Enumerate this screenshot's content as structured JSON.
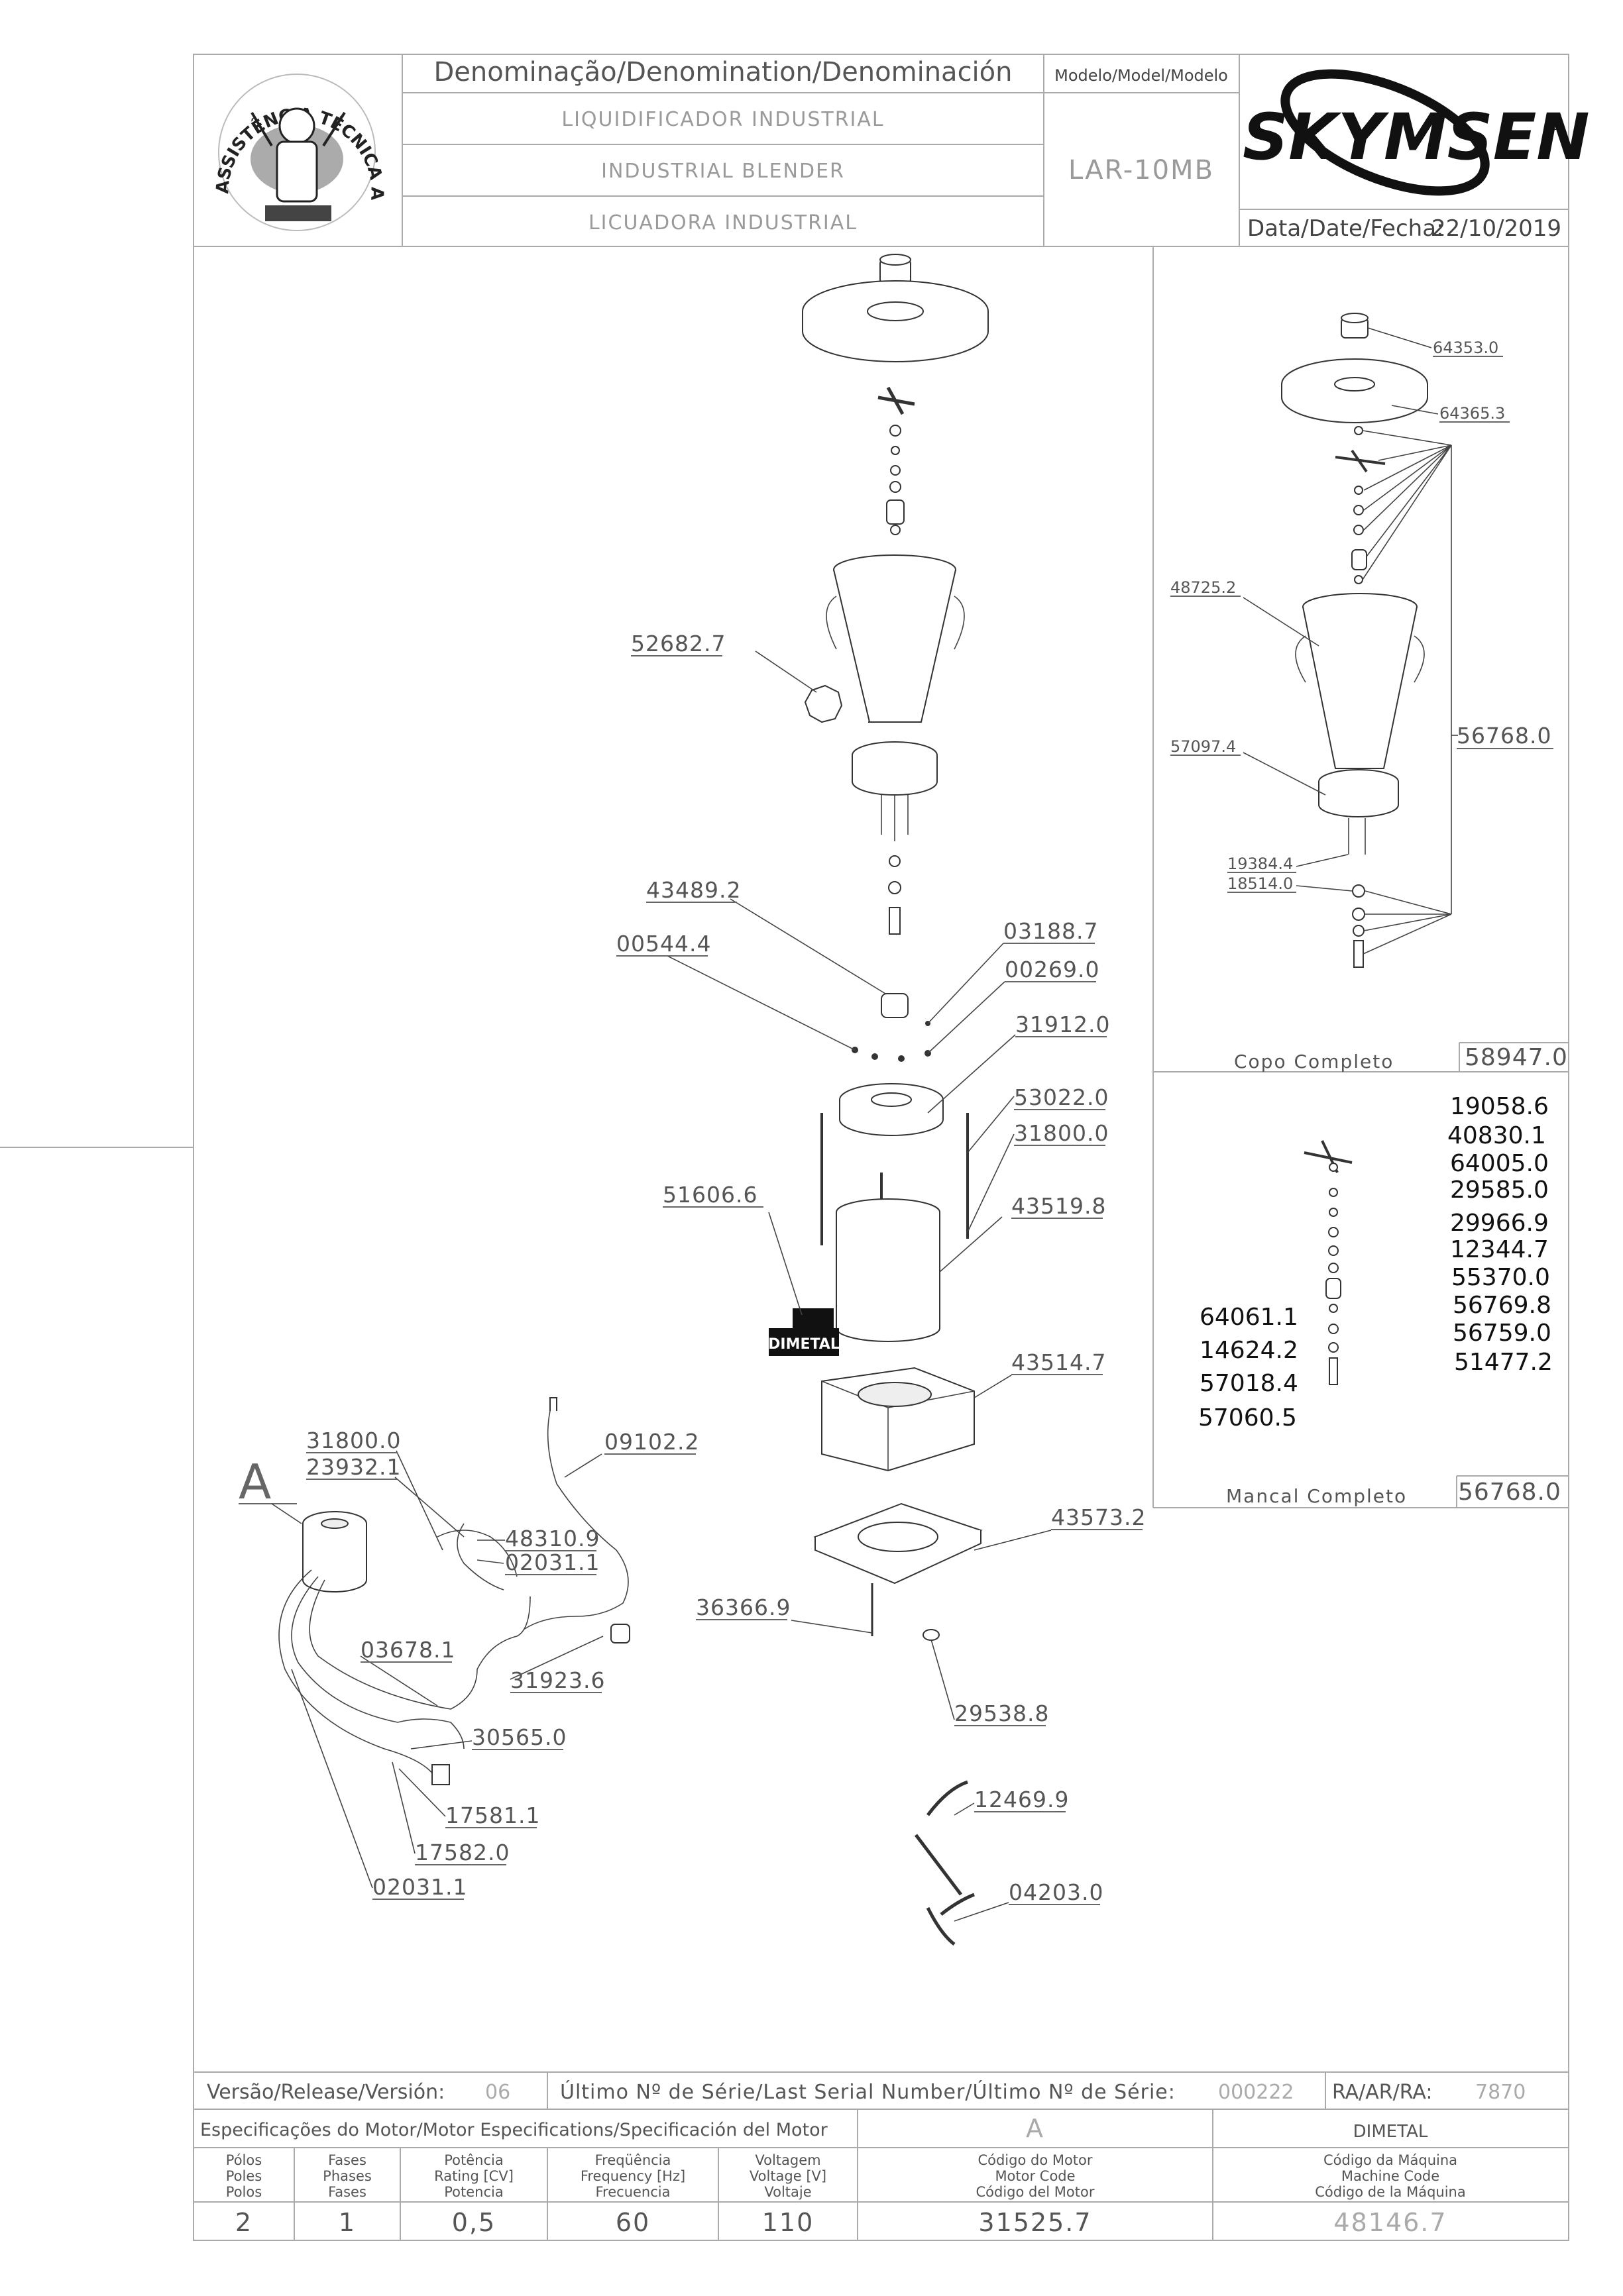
{
  "header": {
    "denomination_label": "Denominação/Denomination/Denominación",
    "name_pt": "LIQUIDIFICADOR  INDUSTRIAL",
    "name_en": "INDUSTRIAL  BLENDER",
    "name_es": "LICUADORA  INDUSTRIAL",
    "model_label": "Modelo/Model/Modelo",
    "model_value": "LAR-10MB",
    "brand": "SKYMSEN",
    "brand_mark": "®",
    "date_label": "Data/Date/Fecha:",
    "date_value": "22/10/2019",
    "seal_text": "ASSISTÊNCIA TÉCNICA AUTORIZADA"
  },
  "parts_main": [
    "52682.7",
    "43489.2",
    "00544.4",
    "03188.7",
    "00269.0",
    "31912.0",
    "53022.0",
    "31800.0",
    "51606.6",
    "43519.8",
    "43514.7",
    "43573.2",
    "36366.9",
    "29538.8",
    "12469.9",
    "04203.0"
  ],
  "parts_motor": [
    "31800.0",
    "23932.1",
    "09102.2",
    "48310.9",
    "02031.1",
    "03678.1",
    "31923.6",
    "30565.0",
    "17581.1",
    "17582.0",
    "02031.1"
  ],
  "motor_view_label": "A",
  "label_plate": "DIMETAL",
  "copo": {
    "parts": [
      "64353.0",
      "64365.3",
      "48725.2",
      "57097.4",
      "19384.4",
      "18514.0",
      "56768.0"
    ],
    "caption": "Copo Completo",
    "code": "58947.0"
  },
  "mancal": {
    "parts_right": [
      "19058.6",
      "40830.1",
      "64005.0",
      "29585.0",
      "29966.9",
      "12344.7",
      "55370.0",
      "56769.8",
      "56759.0",
      "51477.2"
    ],
    "parts_left": [
      "64061.1",
      "14624.2",
      "57018.4",
      "57060.5"
    ],
    "caption": "Mancal  Completo",
    "code": "56768.0"
  },
  "footer": {
    "version_label": "Versão/Release/Versión:",
    "version_value": "06",
    "serial_label": "Último  Nº  de  Série/Last  Serial  Number/Último  Nº  de  Série:",
    "serial_value": "000222",
    "ra_label": "RA/AR/RA:",
    "ra_value": "7870",
    "motor_spec_label": "Especificações  do  Motor/Motor Especifications/Specificación  del  Motor",
    "motor_letter": "A",
    "manufacturer": "DIMETAL",
    "columns": [
      {
        "lines": [
          "Pólos",
          "Poles",
          "Polos"
        ],
        "value": "2"
      },
      {
        "lines": [
          "Fases",
          "Phases",
          "Fases"
        ],
        "value": "1"
      },
      {
        "lines": [
          "Potência",
          "Rating [CV]",
          "Potencia"
        ],
        "value": "0,5"
      },
      {
        "lines": [
          "Freqüência",
          "Frequency [Hz]",
          "Frecuencia"
        ],
        "value": "60"
      },
      {
        "lines": [
          "Voltagem",
          "Voltage [V]",
          "Voltaje"
        ],
        "value": "110"
      },
      {
        "lines": [
          "Código do Motor",
          "Motor Code",
          "Código del Motor"
        ],
        "value": "31525.7"
      },
      {
        "lines": [
          "Código da Máquina",
          "Machine Code",
          "Código de la Máquina"
        ],
        "value": "48146.7"
      }
    ]
  }
}
